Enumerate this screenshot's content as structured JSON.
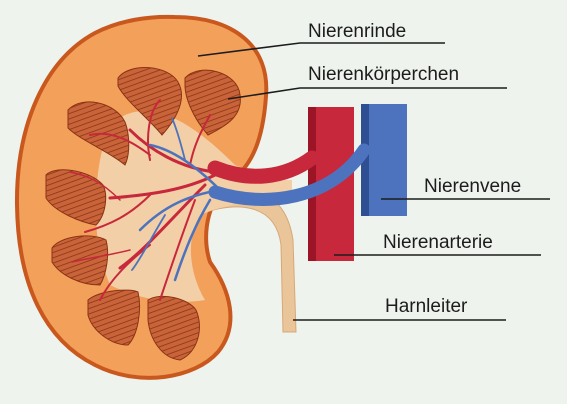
{
  "labels": {
    "cortex": "Nierenrinde",
    "corpuscle": "Nierenkörperchen",
    "vein": "Nierenvene",
    "artery": "Nierenarterie",
    "ureter": "Harnleiter"
  },
  "colors": {
    "background": "#eef3ee",
    "cortex": "#f2a05a",
    "cortex_outline": "#c9581f",
    "pyramid": "#c9643a",
    "pyramid_line": "#8a3416",
    "pelvis": "#f2cfa6",
    "ureter": "#ebc59a",
    "artery": "#c8283b",
    "artery_dark": "#9c1526",
    "vein": "#4d73be",
    "vein_dark": "#2f4f93"
  }
}
